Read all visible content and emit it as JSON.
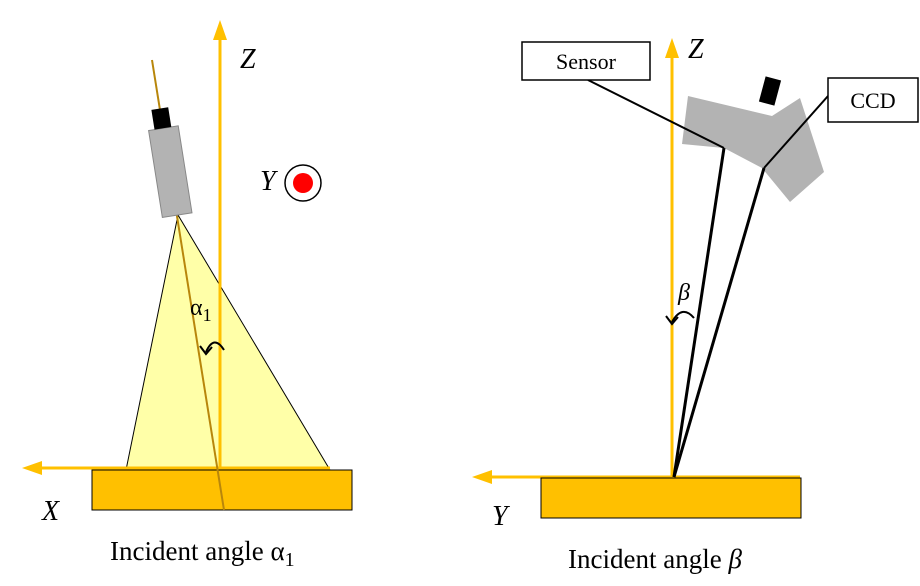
{
  "left_figure": {
    "axis_z": "Z",
    "axis_y": "Y",
    "axis_x": "X",
    "angle_symbol": "α",
    "angle_subscript": "1",
    "caption_text": "Incident angle ",
    "caption_symbol": "α",
    "caption_subscript": "1"
  },
  "right_figure": {
    "axis_z": "Z",
    "axis_y": "Y",
    "sensor_label": "Sensor",
    "ccd_label": "CCD",
    "angle_symbol": "β",
    "caption_text": "Incident angle ",
    "caption_symbol": "β"
  },
  "colors": {
    "axis": "#FFC000",
    "platform": "#FFC000",
    "beam_fill": "#FFFF99",
    "device": "#B3B3B3",
    "lens": "#000000",
    "y_dot": "#FF0000",
    "incident_line": "#B8860B"
  }
}
